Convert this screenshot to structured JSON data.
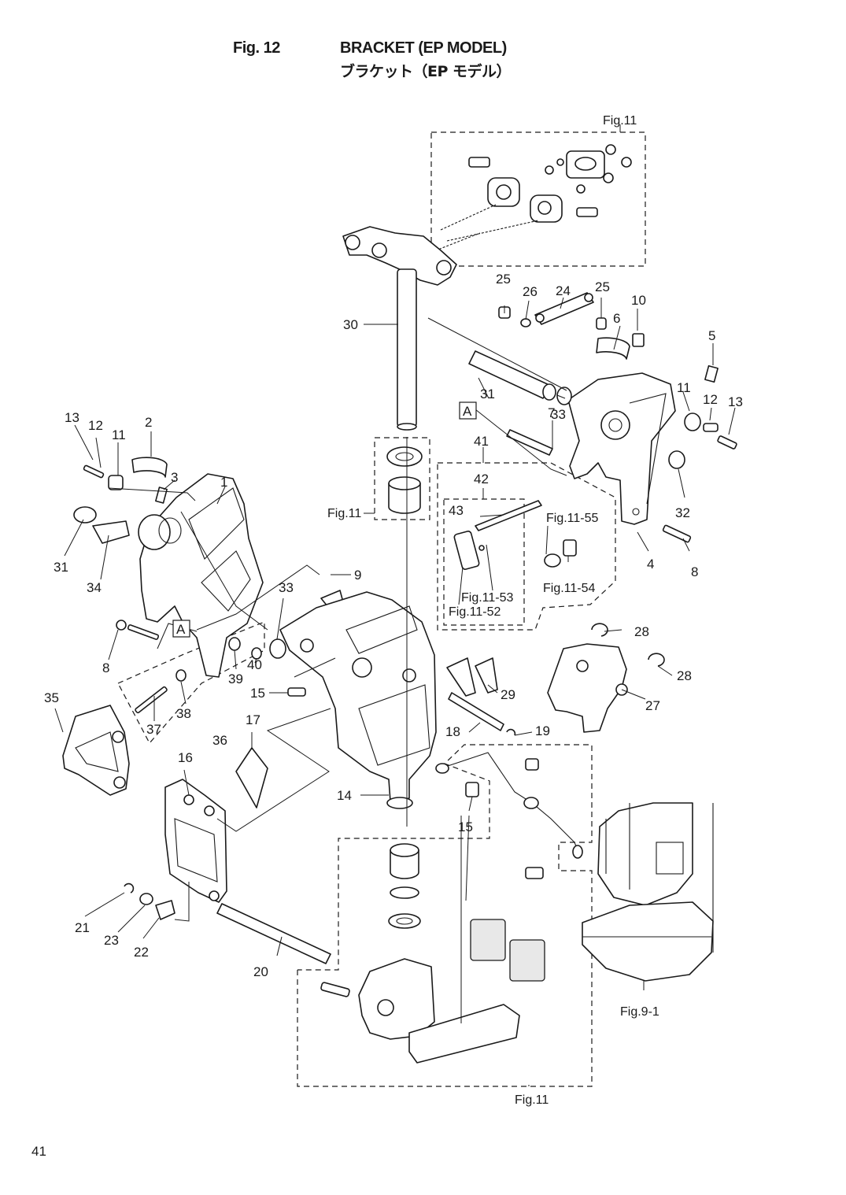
{
  "header": {
    "fig_no": "Fig. 12",
    "title_en": "BRACKET (EP MODEL)",
    "title_jp": "ブラケット（EP モデル）"
  },
  "page_number": "41",
  "refs": {
    "fig11_top": "Fig.11",
    "fig11_mid": "Fig.11",
    "fig11_bottom": "Fig.11",
    "fig11_55": "Fig.11-55",
    "fig11_54": "Fig.11-54",
    "fig11_53": "Fig.11-53",
    "fig11_52": "Fig.11-52",
    "fig9_1": "Fig.9-1"
  },
  "box_labels": {
    "a_right": "A",
    "a_left": "A"
  },
  "parts": {
    "p1": "1",
    "p2": "2",
    "p3": "3",
    "p4": "4",
    "p5": "5",
    "p6": "6",
    "p7": "7",
    "p8a": "8",
    "p8b": "8",
    "p9": "9",
    "p10": "10",
    "p11a": "11",
    "p11b": "11",
    "p12a": "12",
    "p12b": "12",
    "p13a": "13",
    "p13b": "13",
    "p14": "14",
    "p15a": "15",
    "p15b": "15",
    "p16": "16",
    "p17": "17",
    "p18": "18",
    "p19": "19",
    "p20": "20",
    "p21": "21",
    "p22": "22",
    "p23": "23",
    "p24": "24",
    "p25a": "25",
    "p25b": "25",
    "p26": "26",
    "p27": "27",
    "p28a": "28",
    "p28b": "28",
    "p29": "29",
    "p30": "30",
    "p31a": "31",
    "p31b": "31",
    "p32": "32",
    "p33a": "33",
    "p33b": "33",
    "p34": "34",
    "p35": "35",
    "p36": "36",
    "p37": "37",
    "p38": "38",
    "p39": "39",
    "p40": "40",
    "p41": "41",
    "p42": "42",
    "p43": "43"
  }
}
